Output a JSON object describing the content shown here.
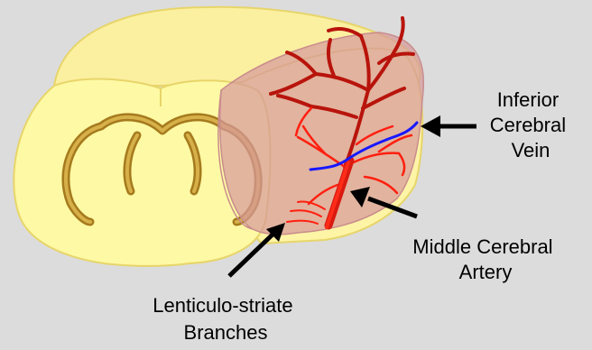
{
  "labels": {
    "inferior_vein": [
      "Inferior",
      "Cerebral",
      "Vein"
    ],
    "mca": [
      "Middle Cerebral",
      "Artery"
    ],
    "lenticulo": [
      "Lenticulo-striate",
      "Branches"
    ]
  },
  "colors": {
    "background": "#dcdcdc",
    "brain_fill": "#fef9a4",
    "brain_outline": "#e7d56a",
    "white_matter": "#c79a2e",
    "territory": "#d79a9b",
    "artery_dark": "#b8140c",
    "artery_bright": "#ff1f10",
    "vein": "#1818ff",
    "arrow": "#000000"
  }
}
